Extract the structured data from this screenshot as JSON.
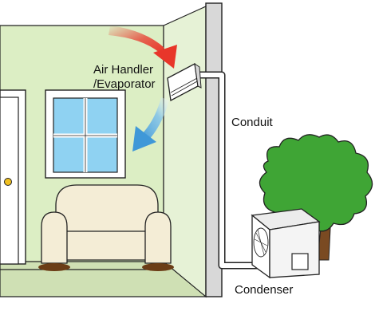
{
  "labels": {
    "air_handler_line1": "Air Handler",
    "air_handler_line2": "/Evaporator",
    "conduit": "Conduit",
    "condenser": "Condenser"
  },
  "colors": {
    "wall_green": "#dceec4",
    "floor_green": "#cfe0b4",
    "wall_right_green": "#e6f2d6",
    "outline": "#222222",
    "window_glass": "#8fd2f2",
    "sofa_fill": "#f4edd6",
    "tree_green": "#3fa535",
    "tree_trunk": "#7a4a22",
    "warm_air": "#e8362a",
    "cool_air": "#3f98d8",
    "door_knob": "#f0c020",
    "pipe": "#ffffff",
    "sofa_feet": "#6b3d16"
  }
}
